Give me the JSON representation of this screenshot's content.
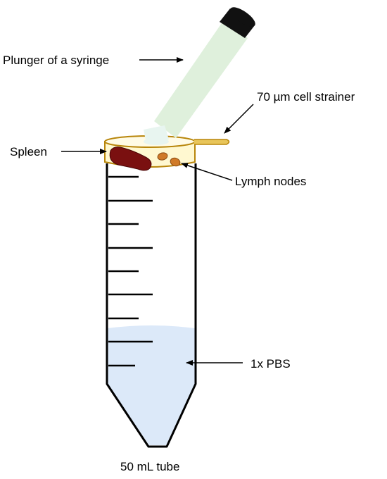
{
  "labels": {
    "plunger": "Plunger of a syringe",
    "strainer": "70 µm cell strainer",
    "spleen": "Spleen",
    "lymph_nodes": "Lymph nodes",
    "pbs": "1x PBS",
    "tube": "50 mL tube"
  },
  "colors": {
    "plunger_fill": "#dff0dc",
    "plunger_cap": "#111111",
    "strainer_rim": "#b8860b",
    "strainer_fill": "#fff8d0",
    "spleen": "#7a1010",
    "lymph_node": "#d07a28",
    "liquid": "#dce9f9",
    "tube_outline": "#000000"
  }
}
